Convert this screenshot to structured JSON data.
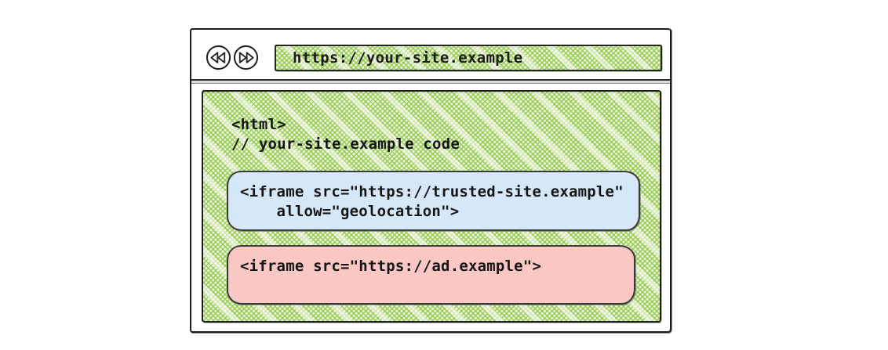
{
  "browser": {
    "url": "https://your-site.example",
    "back_icon": "double-chevron-left",
    "forward_icon": "double-chevron-right"
  },
  "page": {
    "html_open_tag": "<html>",
    "site_comment": "// your-site.example code",
    "trusted_iframe": {
      "line1": "<iframe src=\"https://trusted-site.example\"",
      "line2": "    allow=\"geolocation\">"
    },
    "ad_iframe": {
      "line1": "<iframe src=\"https://ad.example\">"
    }
  },
  "colors": {
    "hatch_green_line": "#8bc53f",
    "hatch_green_base": "#f2f8e6",
    "trusted_box_fill": "#d6e7f8",
    "ad_box_fill": "#f9c8c5",
    "stroke": "#1d1d1d"
  }
}
